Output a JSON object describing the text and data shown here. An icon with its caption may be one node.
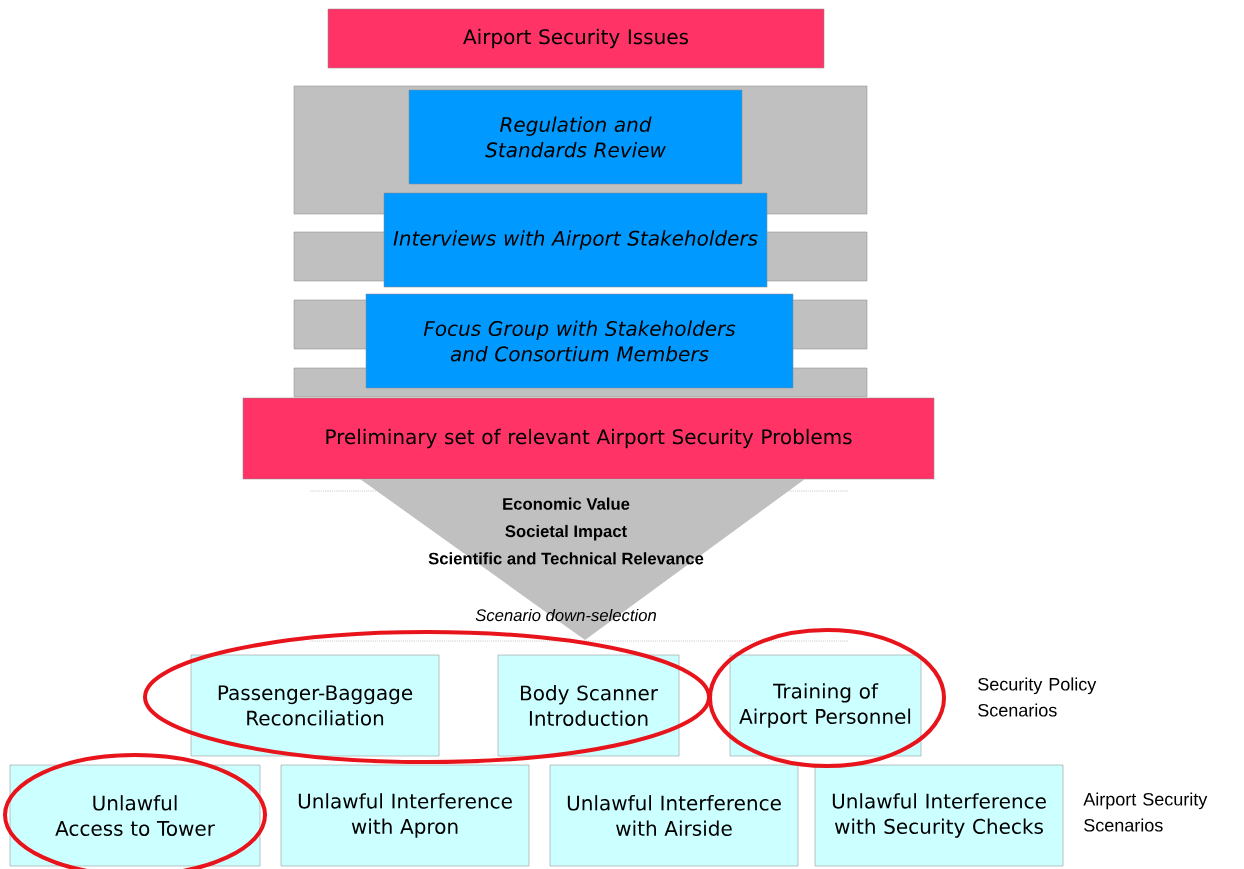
{
  "diagram": {
    "nodes": [
      {
        "text": [
          "Airport Security Issues"
        ]
      },
      {
        "text": [
          "Regulation and Standards Review"
        ]
      },
      {
        "text": [
          "Interviews with Airport Stakeholders"
        ]
      },
      {
        "text": [
          "Focus Group with Stakeholders and Consortium Members"
        ]
      },
      {
        "text": [
          "Preliminary set of relevant Airport Security Problems"
        ]
      },
      {
        "text": [
          "Economic Value",
          "Societal Impact",
          "Scientific and Technical Relevance",
          "Scenario down-selection"
        ]
      },
      {
        "text": [
          "Passenger-Baggage Reconciliation"
        ]
      },
      {
        "text": [
          "Body Scanner Introduction"
        ]
      },
      {
        "text": [
          "Training of Airport Personnel"
        ]
      },
      {
        "text": [
          "Unlawful Access to Tower"
        ]
      },
      {
        "text": [
          "Unlawful Interference with Apron"
        ]
      },
      {
        "text": [
          "Unlawful Interference with Airside"
        ]
      },
      {
        "text": [
          "Unlawful Interference with Security Checks"
        ]
      }
    ],
    "labels": [
      "Security Policy Scenarios",
      "Airport Security Scenarios"
    ]
  }
}
